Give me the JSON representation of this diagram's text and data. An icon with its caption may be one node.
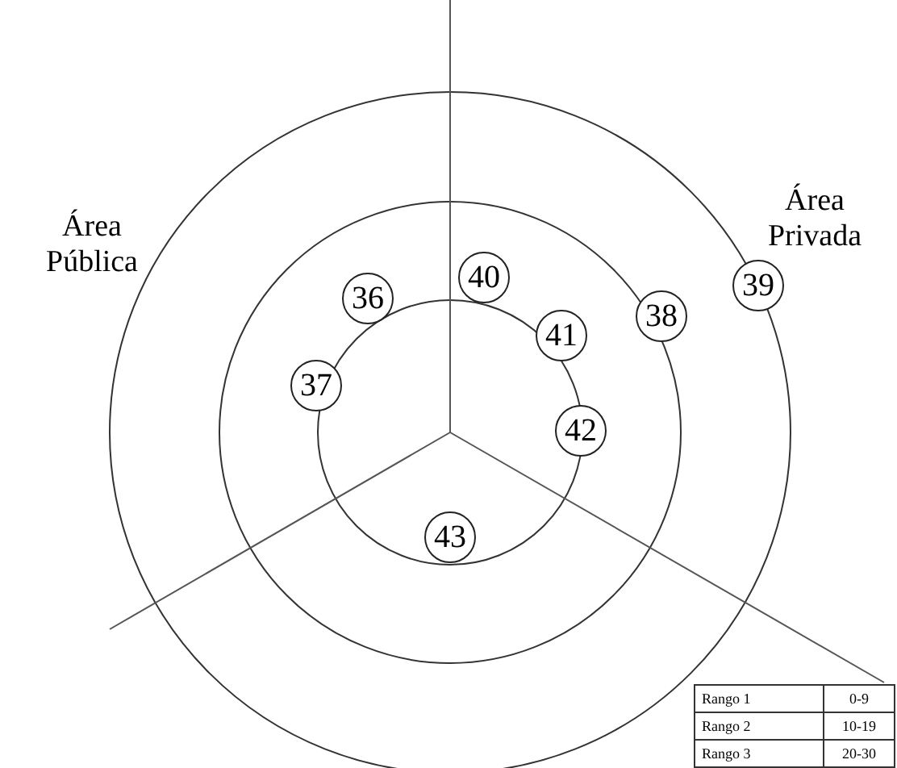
{
  "diagram": {
    "nodes": [
      {
        "text": [
          "40"
        ]
      },
      {
        "text": [
          "36"
        ]
      },
      {
        "text": [
          "38"
        ]
      },
      {
        "text": [
          "39"
        ]
      },
      {
        "text": [
          "41"
        ]
      },
      {
        "text": [
          "37"
        ]
      },
      {
        "text": [
          "42"
        ]
      },
      {
        "text": [
          "43"
        ]
      }
    ],
    "labels": [
      "Área Pública",
      "Área Privada",
      "Rango 1",
      "0-9",
      "Rango 2",
      "10-19",
      "Rango 3",
      "20-30"
    ]
  }
}
